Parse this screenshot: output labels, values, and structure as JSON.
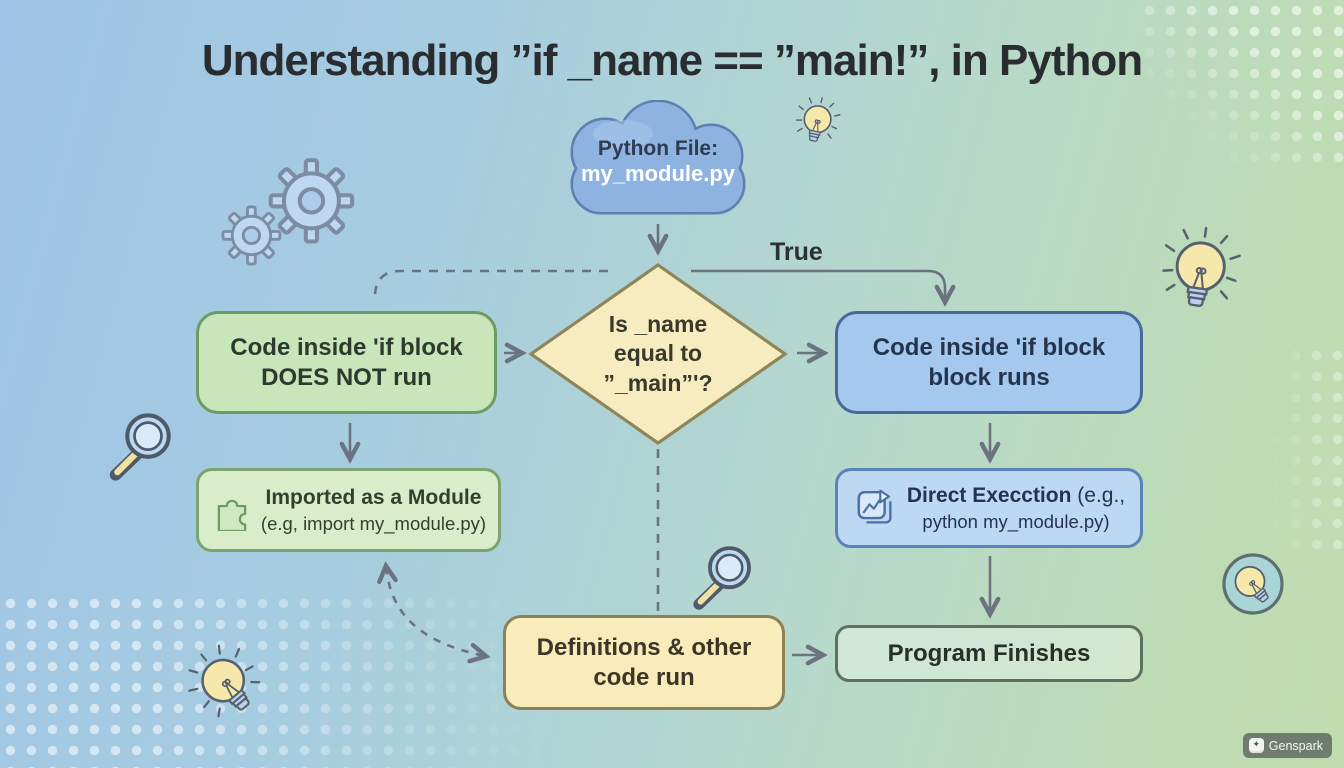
{
  "title": "Understanding ”if _name == ”main!”, in Python",
  "cloud": {
    "line1": "Python File:",
    "line2": "my_module.py"
  },
  "diamond": {
    "line1": "Is _name",
    "line2": "equal to",
    "line3": "”_main”'?"
  },
  "labels": {
    "true_branch": "True"
  },
  "nodes": {
    "no_run": {
      "line1": "Code inside 'if block",
      "line2": "DOES NOT run"
    },
    "runs": {
      "line1": "Code inside 'if block",
      "line2": "block runs"
    },
    "imported": {
      "title": "Imported as a Module",
      "subtitle": "(e.g, import my_module.py)",
      "icon": "puzzle-icon"
    },
    "direct": {
      "title": "Direct Execction",
      "title_suffix": " (e.g.,",
      "subtitle": "python my_module.py)",
      "icon": "run-export-icon"
    },
    "definitions": {
      "line1": "Definitions & other",
      "line2": "code run"
    },
    "finishes": {
      "label": "Program Finishes"
    }
  },
  "watermark": {
    "label": "Genspark",
    "icon": "sparkle-icon"
  },
  "decorations": [
    "gears-icon",
    "lightbulb-icon",
    "lightbulb-icon",
    "lightbulb-icon",
    "lightbulb-circle-icon",
    "magnifier-icon",
    "magnifier-icon",
    "halftone-dots"
  ],
  "colors": {
    "bg_blue": "#9fc4e7",
    "bg_green": "#c0ddb0",
    "cloud_fill": "#8fb3e0",
    "cloud_border": "#5d80b0",
    "diamond_fill": "#f6ecc0",
    "diamond_border": "#8d8659",
    "green_fill": "#c9e6ba",
    "green_border": "#6d9c62",
    "blue_fill": "#a4c8ee",
    "blue_border": "#48699c",
    "imported_fill": "#d9edcb",
    "imported_border": "#7ca46e",
    "direct_fill": "#bdd8f3",
    "direct_border": "#5b83ba",
    "yellow_fill": "#f8ecba",
    "yellow_border": "#8b8157",
    "finish_border": "#5f6f60",
    "connector": "#6b7280",
    "text_dark": "#2a2d2f"
  }
}
